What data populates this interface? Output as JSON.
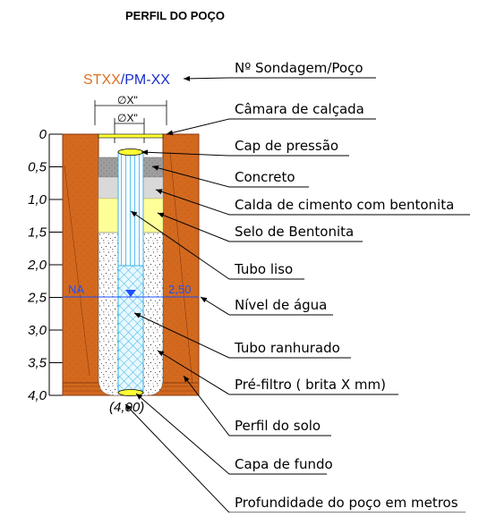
{
  "title": "PERFIL DO POÇO",
  "well_id": {
    "code": "STXX",
    "separator": "/",
    "well": "PM-XX"
  },
  "diameters": {
    "outer": "∅X\"",
    "inner": "∅X\""
  },
  "water_level": {
    "tag": "NA",
    "value": "2,50"
  },
  "bottom_depth": "(4,00)",
  "depth_axis": [
    "0",
    "0,5",
    "1,0",
    "1,5",
    "2,0",
    "2,5",
    "3,0",
    "3,5",
    "4,0"
  ],
  "labels": [
    "Nº Sondagem/Poço",
    "Câmara de calçada",
    "Cap de pressão",
    "Concreto",
    "Calda de cimento com bentonita",
    "Selo de Bentonita",
    "Tubo liso",
    "Nível de água",
    "Tubo ranhurado",
    "Pré-filtro ( brita X mm)",
    "Perfil do solo",
    "Capa de fundo",
    "Profundidade do poço em metros"
  ],
  "colors": {
    "soil": "#d2691e",
    "soil_dark": "#8b3a0f",
    "code": "#e07020",
    "well": "#1a2fcc",
    "water": "#1e50ff",
    "bentonite": "#ffff99",
    "grout": "#d9d9d9",
    "concrete": "#a6a6a6",
    "cap": "#ffff33",
    "pipe": "#e8f8ff",
    "pipe_line": "#3cb4e6"
  }
}
